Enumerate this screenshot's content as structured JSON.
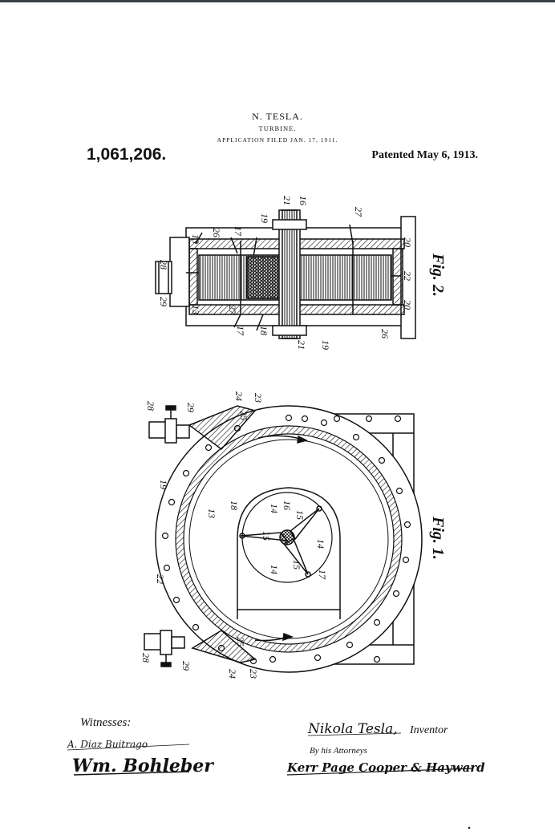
{
  "header": {
    "inventor": "N. TESLA.",
    "title": "TURBINE.",
    "filed": "APPLICATION FILED JAN. 17, 1911.",
    "patent_number": "1,061,206.",
    "patented": "Patented May 6, 1913."
  },
  "fig2": {
    "caption": "Fig. 2.",
    "labels": [
      "28",
      "29",
      "13",
      "13",
      "26",
      "17",
      "27",
      "17",
      "18",
      "19",
      "21",
      "16",
      "21",
      "19",
      "27",
      "26",
      "20",
      "22",
      "20"
    ]
  },
  "fig1": {
    "caption": "Fig. 1.",
    "labels": [
      "28",
      "29",
      "24",
      "25",
      "23",
      "19",
      "22",
      "13",
      "18",
      "14",
      "16",
      "15",
      "15",
      "15",
      "14",
      "14",
      "17",
      "28",
      "29",
      "25",
      "24",
      "23"
    ]
  },
  "signatures": {
    "witnesses_label": "Witnesses:",
    "witness_1": "A. Diaz Buitrago",
    "witness_2": "Wm. Bohleber",
    "inventor_signature": "Nikola Tesla,",
    "inventor_label": "Inventor",
    "attorneys_label": "By his Attorneys",
    "attorneys_signature": "Kerr Page Cooper & Hayward"
  },
  "colors": {
    "ink": "#111111",
    "paper": "#ffffff",
    "top_bar": "#3a3f44"
  }
}
